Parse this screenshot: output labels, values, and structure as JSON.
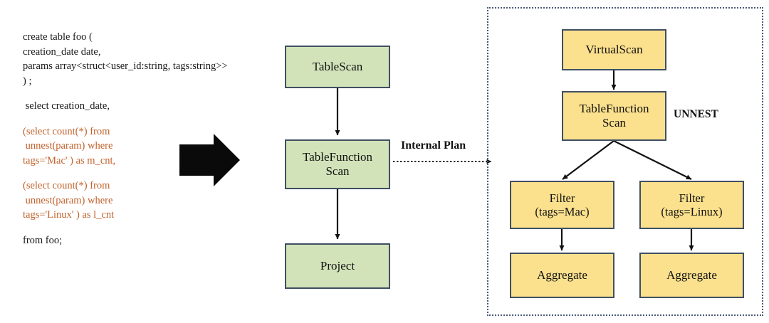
{
  "diagram": {
    "title_semantic": "sql-to-internal-plan-unnest-diagram",
    "colors": {
      "green_fill": "#d2e3b9",
      "yellow_fill": "#fbe08d",
      "box_border": "#3f4f63",
      "sql_text": "#1a1a1a",
      "sql_highlight": "#c1622c",
      "dashed_border": "#4a5a78",
      "arrow": "#111111"
    }
  },
  "sql": {
    "lines": [
      {
        "text": "create table foo (",
        "highlight": false
      },
      {
        "text": "creation_date date,",
        "highlight": false
      },
      {
        "text": "params array<struct<user_id:string, tags:string>>",
        "highlight": false
      },
      {
        "text": ") ;",
        "highlight": false
      },
      {
        "text": "",
        "highlight": false
      },
      {
        "text": " select creation_date,",
        "highlight": false
      },
      {
        "text": "",
        "highlight": false
      },
      {
        "text": "(select count(*) from",
        "highlight": true
      },
      {
        "text": " unnest(param) where",
        "highlight": true
      },
      {
        "text": "tags='Mac' ) as m_cnt,",
        "highlight": true
      },
      {
        "text": "",
        "highlight": false
      },
      {
        "text": "(select count(*) from",
        "highlight": true
      },
      {
        "text": " unnest(param) where",
        "highlight": true
      },
      {
        "text": "tags='Linux' ) as l_cnt",
        "highlight": true
      },
      {
        "text": "",
        "highlight": false
      },
      {
        "text": "from foo;",
        "highlight": false
      }
    ]
  },
  "plan": {
    "nodes": [
      {
        "id": "table-scan",
        "label": "TableScan"
      },
      {
        "id": "table-function-scan",
        "label": "TableFunction\nScan"
      },
      {
        "id": "project",
        "label": "Project"
      }
    ]
  },
  "internal_plan": {
    "connector_label": "Internal Plan",
    "region_label": "UNNEST",
    "nodes": [
      {
        "id": "virtual-scan",
        "label": "VirtualScan"
      },
      {
        "id": "table-function-scan-internal",
        "label": "TableFunction\nScan"
      },
      {
        "id": "filter-mac",
        "label": "Filter\n(tags=Mac)"
      },
      {
        "id": "filter-linux",
        "label": "Filter\n(tags=Linux)"
      },
      {
        "id": "aggregate-mac",
        "label": "Aggregate"
      },
      {
        "id": "aggregate-linux",
        "label": "Aggregate"
      }
    ]
  }
}
